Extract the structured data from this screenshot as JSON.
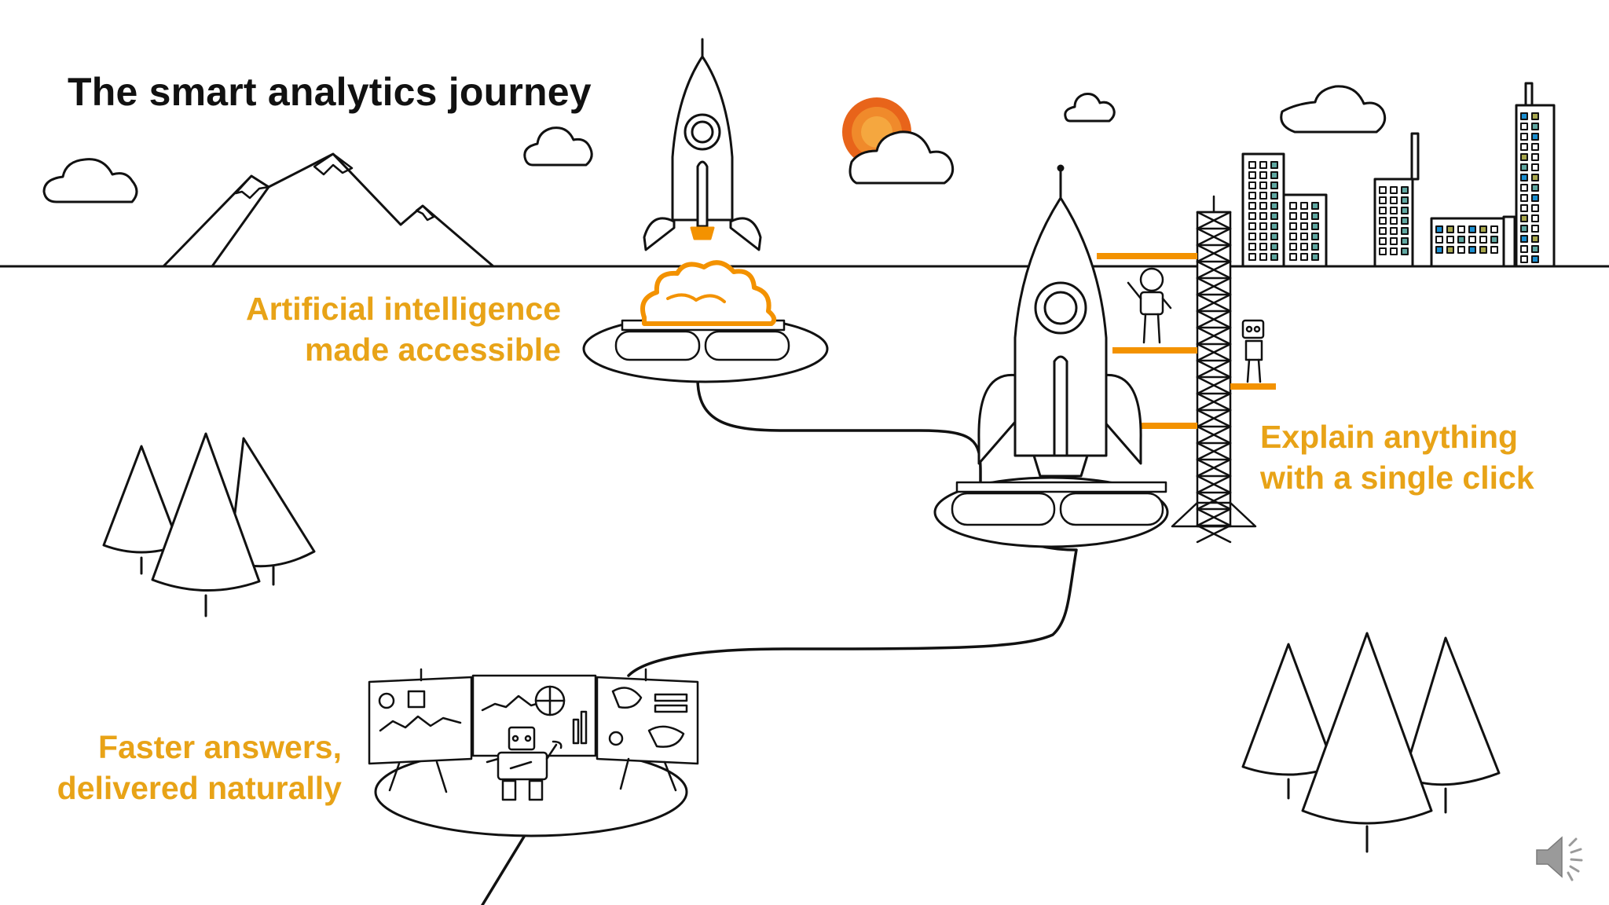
{
  "title": "The smart analytics journey",
  "milestones": [
    {
      "lines": [
        "Artificial intelligence",
        "made accessible"
      ]
    },
    {
      "lines": [
        "Explain anything",
        "with a single click"
      ]
    },
    {
      "lines": [
        "Faster answers,",
        "delivered naturally"
      ]
    }
  ],
  "colors": {
    "accent": "#E8A317",
    "flame": "#F39200",
    "sun": "#E8641A",
    "line": "#111111",
    "building_blue": "#1B8FD1",
    "building_teal": "#5FA8A2",
    "building_olive": "#A9A84E"
  },
  "icons": {
    "audio": "speaker-icon"
  }
}
